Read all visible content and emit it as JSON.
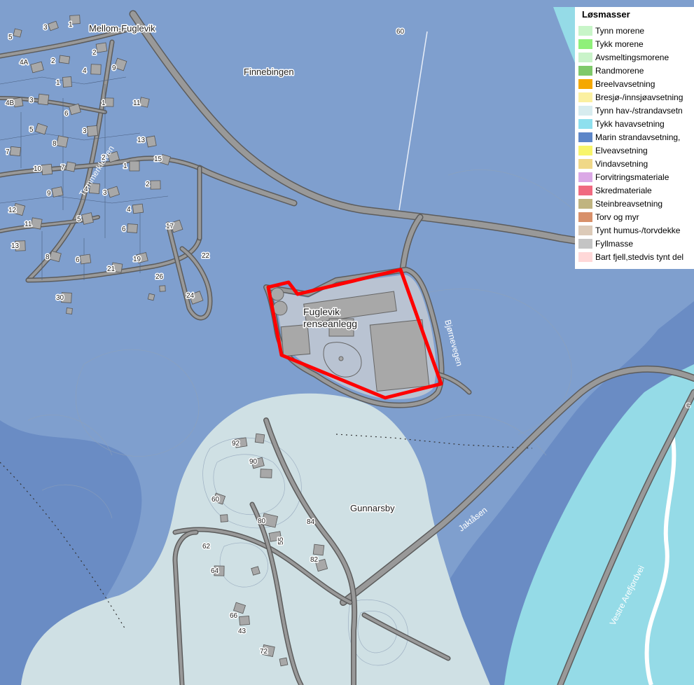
{
  "legend": {
    "title": "Løsmasser",
    "items": [
      {
        "label": "Tynn morene",
        "color": "#c8f5c8"
      },
      {
        "label": "Tykk morene",
        "color": "#8ff07a"
      },
      {
        "label": "Avsmeltingsmorene",
        "color": "#c9f3c9"
      },
      {
        "label": "Randmorene",
        "color": "#7fc96a"
      },
      {
        "label": "Breelvavsetning",
        "color": "#f5a800"
      },
      {
        "label": "Bresjø-/innsjøavsetning",
        "color": "#fbf0a0"
      },
      {
        "label": "Tynn hav-/strandavsetn",
        "color": "#d7ecef"
      },
      {
        "label": "Tykk havavsetning",
        "color": "#8ee0ee"
      },
      {
        "label": "Marin strandavsetning,",
        "color": "#5d86c8"
      },
      {
        "label": "Elveavsetning",
        "color": "#f8f56a"
      },
      {
        "label": "Vindavsetning",
        "color": "#f0d888"
      },
      {
        "label": "Forvitringsmateriale",
        "color": "#dba8e6"
      },
      {
        "label": "Skredmateriale",
        "color": "#f06a80"
      },
      {
        "label": "Steinbreavsetning",
        "color": "#c0b480"
      },
      {
        "label": "Torv og myr",
        "color": "#d8906a"
      },
      {
        "label": "Tynt humus-/torvdekke",
        "color": "#dccab8"
      },
      {
        "label": "Fyllmasse",
        "color": "#c4c4c4"
      },
      {
        "label": "Bart fjell,stedvis tynt del",
        "color": "#ffd8d8"
      }
    ]
  },
  "map": {
    "colors": {
      "marine": "#7f9fce",
      "marine_dark": "#6a8cc4",
      "thin_marine": "#cfe0e4",
      "thick_marine": "#95dbe7",
      "road": "#999999",
      "road_edge": "#5c5c5c",
      "building": "#a8a8a8",
      "highlight": "#ff0000"
    },
    "places": {
      "mellom_fuglevik": "Mellom-Fuglevik",
      "finnebingen": "Finnebingen",
      "gunnarsby": "Gunnarsby",
      "fuglevik_line1": "Fuglevik",
      "fuglevik_line2": "renseanlegg"
    },
    "roads": {
      "jaktasen": "Jaktåsen",
      "vestre_arefjordvei": "Vestre Arefjordvei",
      "tommerkleiven": "Tømmerkleiven",
      "road_right": "Bjørnevegen",
      "edge_g": "G"
    },
    "house_numbers": {
      "n60_top": "60",
      "n3": "3",
      "n1": "1",
      "n5": "5",
      "n2a": "2",
      "n2": "2",
      "n4a": "4A",
      "n4": "4",
      "n9": "9",
      "n1b": "1",
      "n11": "11",
      "n4b": "4B",
      "n3b": "3",
      "n6": "6",
      "n1c": "1",
      "n5b": "5",
      "n3c": "3",
      "n8": "8",
      "n13": "13",
      "n7": "7",
      "n2b": "2",
      "n1d": "1",
      "n15": "15",
      "n10": "10",
      "n7b": "7",
      "n9b": "9",
      "n4c": "4",
      "n3d": "3",
      "n2c": "2",
      "n12": "12",
      "n4d": "4",
      "n11b": "11",
      "n5c": "5",
      "n6b": "6",
      "n17": "17",
      "n13b": "13",
      "n8b": "8",
      "n6c": "6",
      "n21": "21",
      "n19": "19",
      "n22": "22",
      "n26": "26",
      "n30": "30",
      "n24": "24",
      "n92": "92",
      "n90": "90",
      "n60": "60",
      "n80": "80",
      "n84": "84",
      "n55": "55",
      "n62": "62",
      "n82": "82",
      "n64": "64",
      "n66": "66",
      "n43": "43",
      "n72": "72"
    }
  }
}
